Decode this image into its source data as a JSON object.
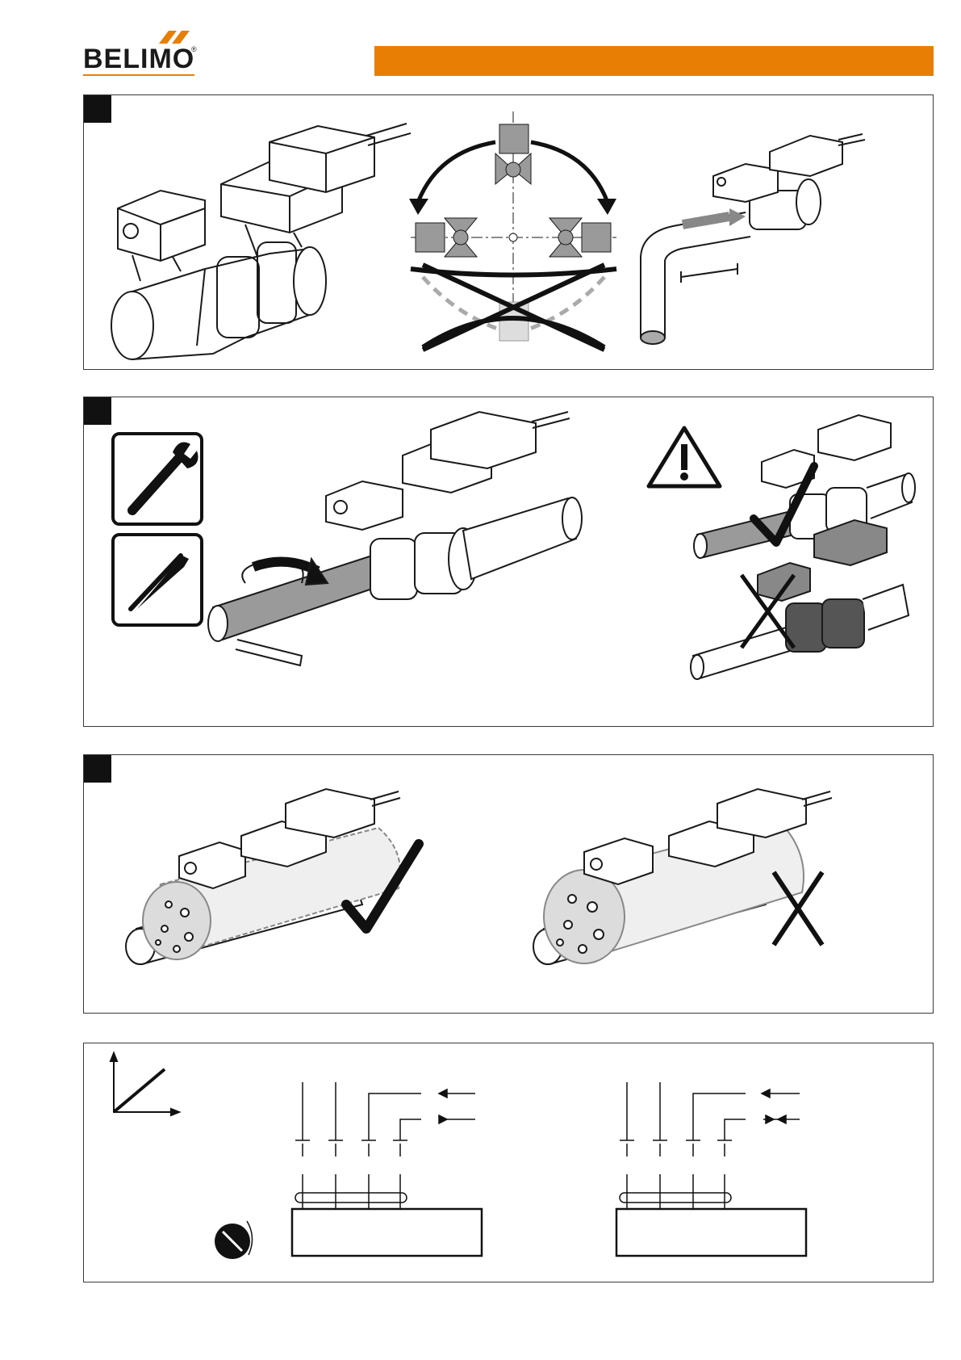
{
  "brand": {
    "name": "BELIMO",
    "registered_mark": "®",
    "colors": {
      "accent": "#e87e04",
      "ink": "#1a1a1a",
      "panel_border": "#3a3a3a",
      "shade": "#9a9a9a"
    }
  },
  "header": {
    "bar_color": "#e87e04"
  },
  "panels": [
    {
      "id": "mounting-orientation",
      "icons": [
        "valve-actuator-illustration",
        "orientation-arrows-diagram",
        "pipe-flow-illustration"
      ]
    },
    {
      "id": "tightening-tools",
      "icons": [
        "wrench-icon",
        "pipe-wrench-icon",
        "pipe-tightening-illustration",
        "warning-triangle-icon",
        "check-mark-icon",
        "cross-mark-icon"
      ]
    },
    {
      "id": "insulation",
      "icons": [
        "insulated-valve-correct",
        "check-mark-icon",
        "insulated-valve-incorrect",
        "cross-mark-icon"
      ]
    },
    {
      "id": "wiring",
      "icons": [
        "characteristic-graph-icon",
        "rotation-switch-icon",
        "wiring-diagram-left",
        "wiring-diagram-right"
      ]
    }
  ]
}
